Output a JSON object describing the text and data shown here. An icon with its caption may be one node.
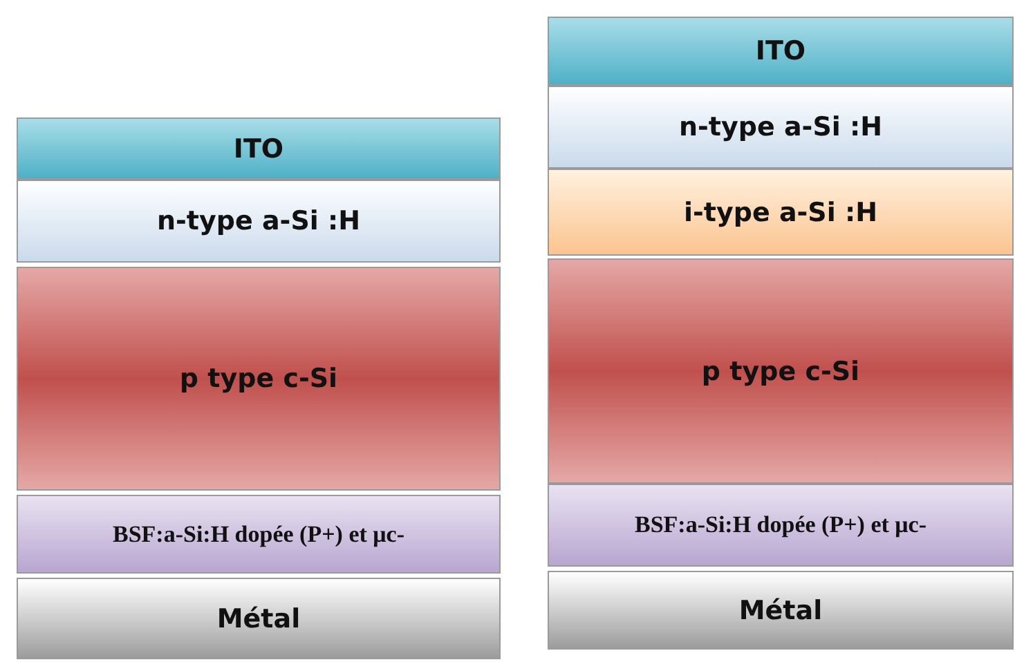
{
  "diagram": {
    "nodes": [
      {
        "text": [
          "ITO"
        ]
      },
      {
        "text": [
          "n-type a-Si :H"
        ]
      },
      {
        "text": [
          "p type c-Si"
        ]
      },
      {
        "text": [
          "BSF:a-Si:H dopée (P+) et μc-"
        ]
      },
      {
        "text": [
          "Métal"
        ]
      },
      {
        "text": [
          "ITO"
        ]
      },
      {
        "text": [
          "n-type a-Si :H"
        ]
      },
      {
        "text": [
          "i-type a-Si :H"
        ]
      },
      {
        "text": [
          "p type c-Si"
        ]
      },
      {
        "text": [
          "BSF:a-Si:H dopée (P+) et μc-"
        ]
      },
      {
        "text": [
          "Métal"
        ]
      }
    ]
  }
}
